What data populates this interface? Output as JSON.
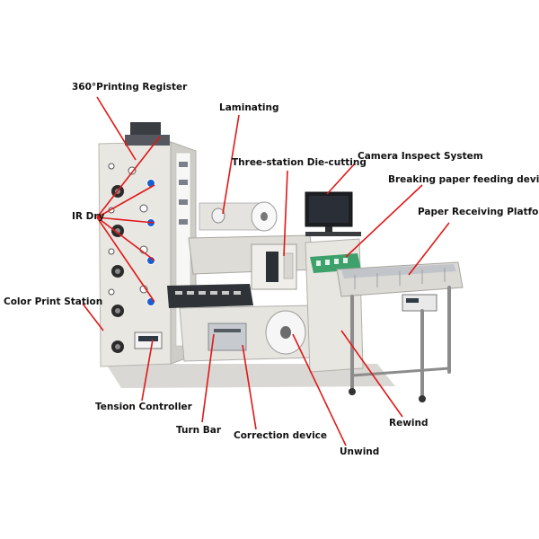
{
  "labels": {
    "printing_register": "360°Printing Register",
    "laminating": "Laminating",
    "die_cutting": "Three-station Die-cutting",
    "camera_inspect": "Camera Inspect System",
    "breaking_paper": "Breaking paper feeding device",
    "paper_receiving": "Paper Receiving Platform",
    "ir_dry": "IR Dry",
    "color_print_station": "Color Print Station",
    "tension_controller": "Tension Controller",
    "turn_bar": "Turn Bar",
    "correction_device": "Correction device",
    "unwind": "Unwind",
    "rewind": "Rewind"
  },
  "colors": {
    "leader_line": "#e01818",
    "machine_body": "#eceae6",
    "machine_shadow": "#c9c7c2",
    "blue_indicator": "#1a5fd0"
  }
}
